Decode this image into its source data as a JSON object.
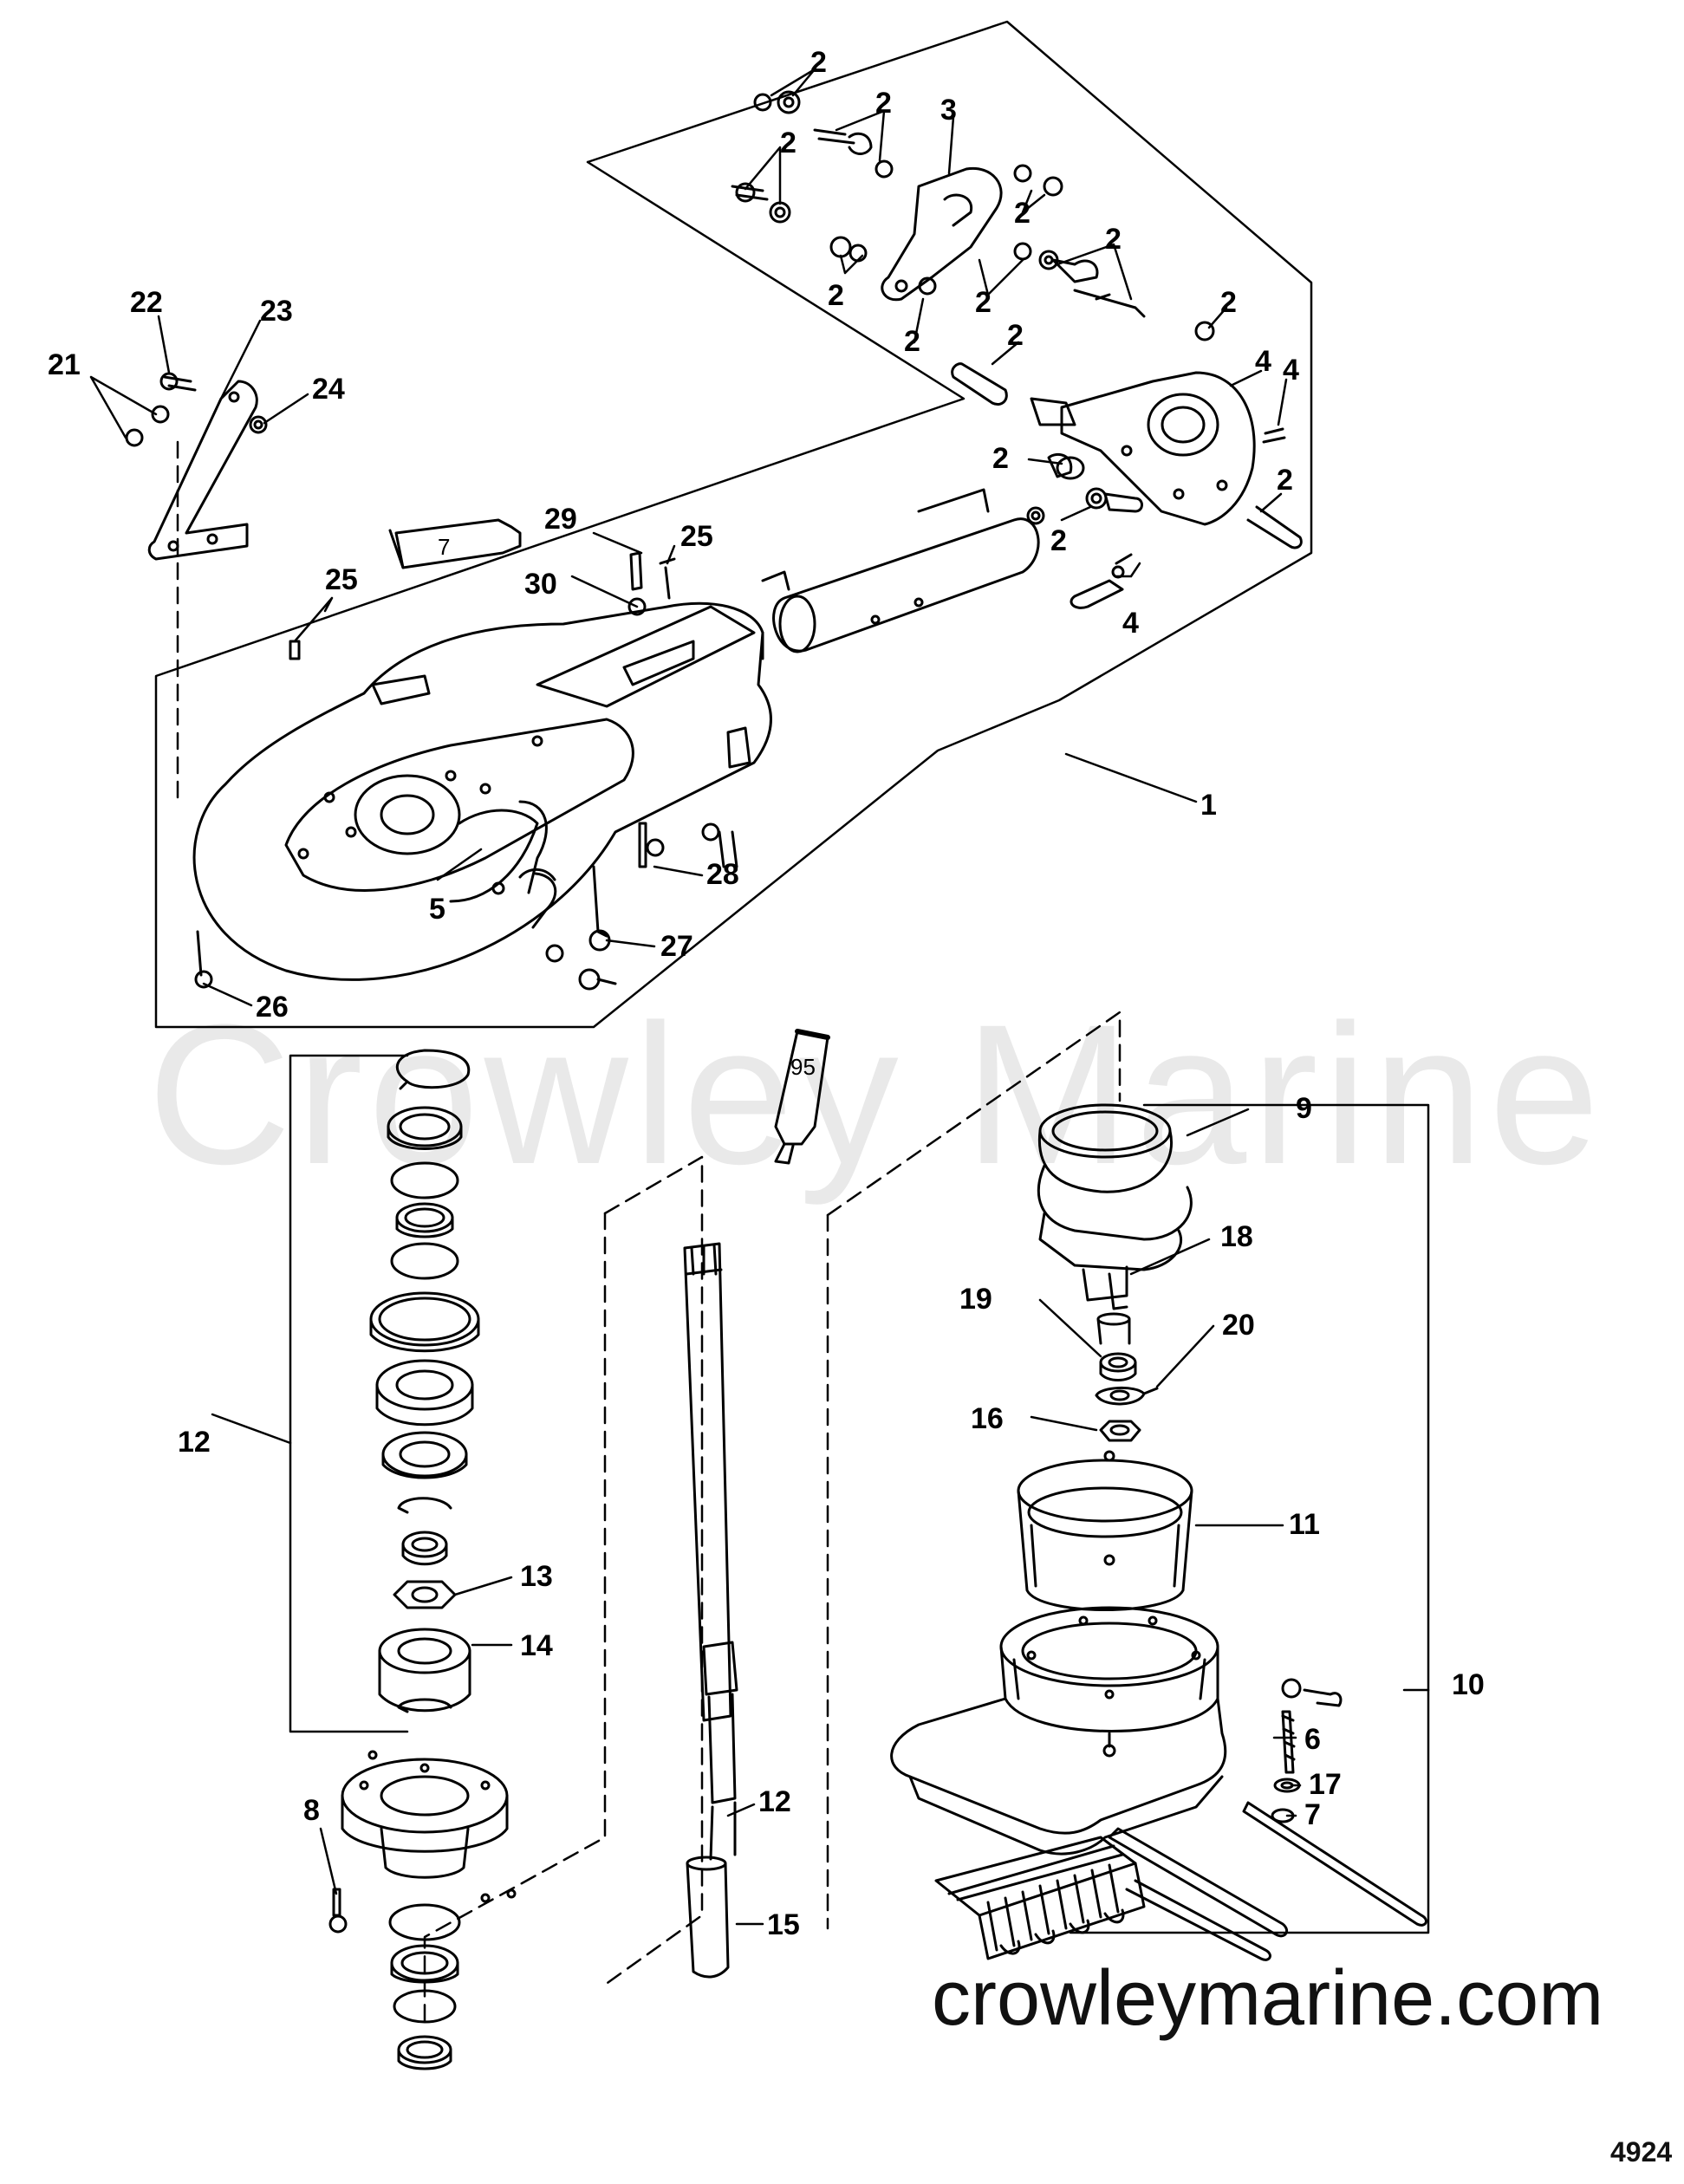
{
  "watermark": "Crowley Marine",
  "site_url": "crowleymarine.com",
  "figure_number": "4924",
  "tube_labels": {
    "t7": "7",
    "t95": "95"
  },
  "callouts": {
    "c1": "1",
    "c2": "2",
    "c3": "3",
    "c4": "4",
    "c5": "5",
    "c6": "6",
    "c7": "7",
    "c8": "8",
    "c9": "9",
    "c10": "10",
    "c11": "11",
    "c12": "12",
    "c13": "13",
    "c14": "14",
    "c15": "15",
    "c16": "16",
    "c17": "17",
    "c18": "18",
    "c19": "19",
    "c20": "20",
    "c21": "21",
    "c22": "22",
    "c23": "23",
    "c24": "24",
    "c25": "25",
    "c26": "26",
    "c27": "27",
    "c28": "28",
    "c29": "29",
    "c30": "30"
  },
  "colors": {
    "line": "#000000",
    "watermark": "#e9e9e9",
    "background": "#ffffff"
  }
}
